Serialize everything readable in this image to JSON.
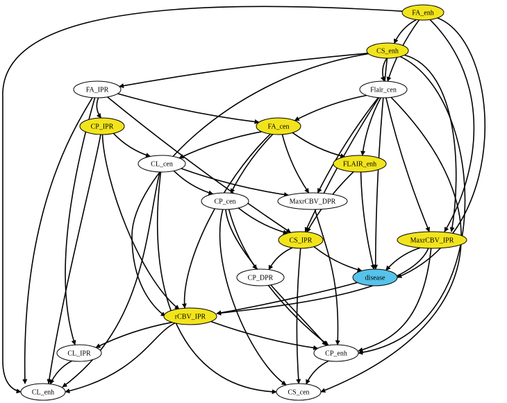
{
  "colors": {
    "highlight": "#F2E41C",
    "target": "#57C3EA",
    "plain": "#FFFFFF",
    "edge": "#000000"
  },
  "nodes": [
    {
      "id": "FA_enh",
      "label": "FA_enh",
      "style": "highlight"
    },
    {
      "id": "CS_enh",
      "label": "CS_enh",
      "style": "highlight"
    },
    {
      "id": "FA_IPR",
      "label": "FA_IPR",
      "style": "plain"
    },
    {
      "id": "Flair_cen",
      "label": "Flair_cen",
      "style": "plain"
    },
    {
      "id": "CP_IPR",
      "label": "CP_IPR",
      "style": "highlight"
    },
    {
      "id": "FA_cen",
      "label": "FA_cen",
      "style": "highlight"
    },
    {
      "id": "CL_cen",
      "label": "CL_cen",
      "style": "plain"
    },
    {
      "id": "FLAIR_enh",
      "label": "FLAIR_enh",
      "style": "highlight"
    },
    {
      "id": "CP_cen",
      "label": "CP_cen",
      "style": "plain"
    },
    {
      "id": "MaxrCBV_DPR",
      "label": "MaxrCBV_DPR",
      "style": "plain"
    },
    {
      "id": "CS_IPR",
      "label": "CS_IPR",
      "style": "highlight"
    },
    {
      "id": "MaxrCBV_IPR",
      "label": "MaxrCBV_IPR",
      "style": "highlight"
    },
    {
      "id": "CP_DPR",
      "label": "CP_DPR",
      "style": "plain"
    },
    {
      "id": "disease",
      "label": "disease",
      "style": "target"
    },
    {
      "id": "rCBV_IPR",
      "label": "rCBV_IPR",
      "style": "highlight"
    },
    {
      "id": "CL_IPR",
      "label": "CL_IPR",
      "style": "plain"
    },
    {
      "id": "CP_enh",
      "label": "CP_enh",
      "style": "plain"
    },
    {
      "id": "CL_enh",
      "label": "CL_enh",
      "style": "plain"
    },
    {
      "id": "CS_cen",
      "label": "CS_cen",
      "style": "plain"
    }
  ],
  "edges": [
    {
      "from": "FA_enh",
      "to": "CS_enh"
    },
    {
      "from": "FA_enh",
      "to": "Flair_cen"
    },
    {
      "from": "FA_enh",
      "to": "MaxrCBV_IPR"
    },
    {
      "from": "FA_enh",
      "to": "disease"
    },
    {
      "from": "FA_enh",
      "to": "CL_enh"
    },
    {
      "from": "CS_enh",
      "to": "FA_IPR"
    },
    {
      "from": "CS_enh",
      "to": "Flair_cen"
    },
    {
      "from": "CS_enh",
      "to": "disease"
    },
    {
      "from": "CS_enh",
      "to": "MaxrCBV_IPR"
    },
    {
      "from": "CS_enh",
      "to": "rCBV_IPR"
    },
    {
      "from": "CS_enh",
      "to": "CP_enh"
    },
    {
      "from": "FA_IPR",
      "to": "CP_IPR"
    },
    {
      "from": "FA_IPR",
      "to": "FA_cen"
    },
    {
      "from": "FA_IPR",
      "to": "CS_IPR"
    },
    {
      "from": "FA_IPR",
      "to": "CL_IPR"
    },
    {
      "from": "FA_IPR",
      "to": "CL_enh"
    },
    {
      "from": "Flair_cen",
      "to": "FA_cen"
    },
    {
      "from": "Flair_cen",
      "to": "FLAIR_enh"
    },
    {
      "from": "Flair_cen",
      "to": "MaxrCBV_DPR"
    },
    {
      "from": "Flair_cen",
      "to": "MaxrCBV_IPR"
    },
    {
      "from": "Flair_cen",
      "to": "CS_IPR"
    },
    {
      "from": "Flair_cen",
      "to": "CS_cen"
    },
    {
      "from": "CP_IPR",
      "to": "CL_cen"
    },
    {
      "from": "CP_IPR",
      "to": "rCBV_IPR"
    },
    {
      "from": "CP_IPR",
      "to": "CL_enh"
    },
    {
      "from": "FA_cen",
      "to": "CL_cen"
    },
    {
      "from": "FA_cen",
      "to": "FLAIR_enh"
    },
    {
      "from": "FA_cen",
      "to": "MaxrCBV_DPR"
    },
    {
      "from": "FA_cen",
      "to": "CP_cen"
    },
    {
      "from": "FA_cen",
      "to": "rCBV_IPR"
    },
    {
      "from": "CL_cen",
      "to": "CP_cen"
    },
    {
      "from": "CL_cen",
      "to": "MaxrCBV_DPR"
    },
    {
      "from": "CL_cen",
      "to": "CS_cen"
    },
    {
      "from": "CL_cen",
      "to": "CL_enh"
    },
    {
      "from": "FLAIR_enh",
      "to": "CS_IPR"
    },
    {
      "from": "FLAIR_enh",
      "to": "disease"
    },
    {
      "from": "CP_cen",
      "to": "CS_IPR"
    },
    {
      "from": "CP_cen",
      "to": "CP_DPR"
    },
    {
      "from": "CP_cen",
      "to": "CP_enh"
    },
    {
      "from": "CP_cen",
      "to": "CS_cen"
    },
    {
      "from": "MaxrCBV_DPR",
      "to": "CP_enh"
    },
    {
      "from": "CS_IPR",
      "to": "CP_DPR"
    },
    {
      "from": "CS_IPR",
      "to": "disease"
    },
    {
      "from": "CS_IPR",
      "to": "CS_cen"
    },
    {
      "from": "MaxrCBV_IPR",
      "to": "disease"
    },
    {
      "from": "MaxrCBV_IPR",
      "to": "rCBV_IPR"
    },
    {
      "from": "MaxrCBV_IPR",
      "to": "CP_enh"
    },
    {
      "from": "CP_DPR",
      "to": "CP_enh"
    },
    {
      "from": "disease",
      "to": "rCBV_IPR"
    },
    {
      "from": "rCBV_IPR",
      "to": "CL_IPR"
    },
    {
      "from": "rCBV_IPR",
      "to": "CP_enh"
    },
    {
      "from": "rCBV_IPR",
      "to": "CL_enh"
    },
    {
      "from": "CL_IPR",
      "to": "CL_enh"
    },
    {
      "from": "CP_enh",
      "to": "CS_cen"
    }
  ]
}
